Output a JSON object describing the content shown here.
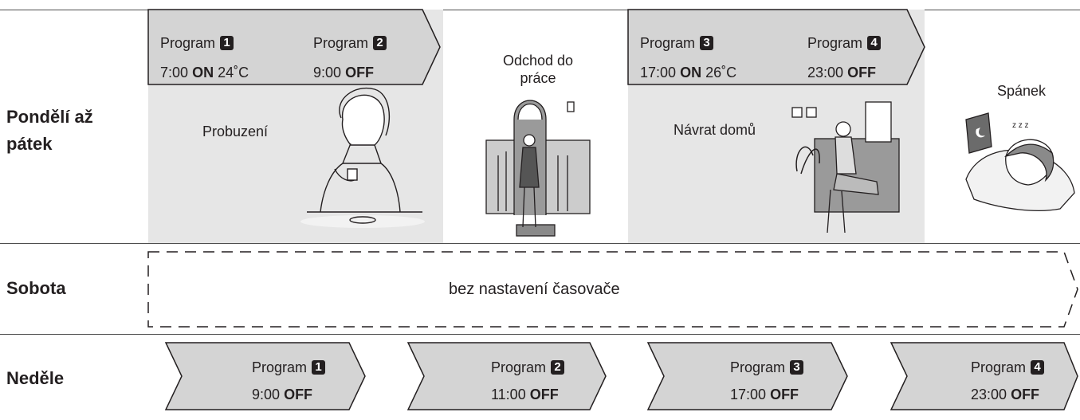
{
  "rows": {
    "weekday": "Pondělí až pátek",
    "saturday": "Sobota",
    "sunday": "Neděle"
  },
  "weekday": {
    "programs": [
      {
        "label": "Program",
        "num": "1",
        "time": "7:00",
        "state": "ON",
        "temp": "24˚C"
      },
      {
        "label": "Program",
        "num": "2",
        "time": "9:00",
        "state": "OFF",
        "temp": ""
      },
      {
        "label": "Program",
        "num": "3",
        "time": "17:00",
        "state": "ON",
        "temp": "26˚C"
      },
      {
        "label": "Program",
        "num": "4",
        "time": "23:00",
        "state": "OFF",
        "temp": ""
      }
    ],
    "captions": {
      "wake": "Probuzení",
      "leave": "Odchod do práce",
      "return": "Návrat domů",
      "sleep": "Spánek"
    }
  },
  "saturday": {
    "note": "bez nastavení časovače"
  },
  "sunday": {
    "programs": [
      {
        "label": "Program",
        "num": "1",
        "time": "9:00",
        "state": "OFF"
      },
      {
        "label": "Program",
        "num": "2",
        "time": "11:00",
        "state": "OFF"
      },
      {
        "label": "Program",
        "num": "3",
        "time": "17:00",
        "state": "OFF"
      },
      {
        "label": "Program",
        "num": "4",
        "time": "23:00",
        "state": "OFF"
      }
    ]
  },
  "colors": {
    "panel": "#e6e6e6",
    "arrow": "#d4d4d4",
    "line": "#231f20"
  }
}
